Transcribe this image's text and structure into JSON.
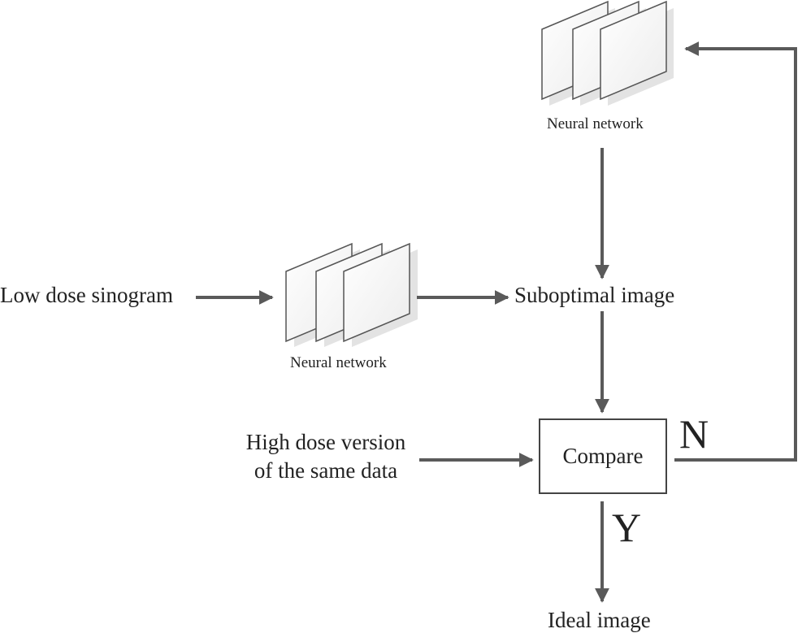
{
  "nodes": {
    "input": "Low dose sinogram",
    "network_label": "Neural network",
    "network_label_top": "Neural network",
    "suboptimal": "Suboptimal image",
    "reference_line1": "High dose version",
    "reference_line2": "of the same data",
    "compare": "Compare",
    "output": "Ideal image"
  },
  "decisions": {
    "no": "N",
    "yes": "Y"
  },
  "colors": {
    "arrow": "#5a5a5a",
    "box_border": "#444444",
    "panel_fill": "#f7f7f7",
    "panel_stroke": "#555555"
  }
}
